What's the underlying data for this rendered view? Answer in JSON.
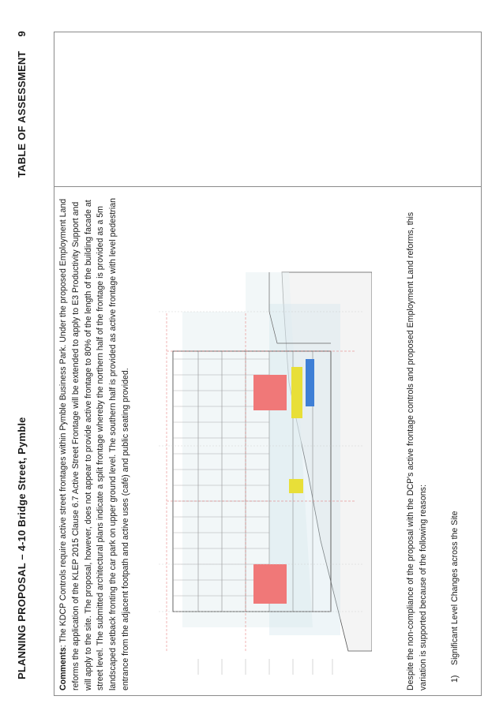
{
  "header": {
    "title": "PLANNING PROPOSAL – 4-10 Bridge Street, Pymble",
    "section": "TABLE OF ASSESSMENT",
    "page_number": "9"
  },
  "comments": {
    "label": "Comments",
    "text": ": The KDCP Controls require active street frontages within Pymble Business Park. Under the proposed Employment Land reforms the application of the KLEP 2015 Clause 6.7 Active Street Frontage will be extended to apply to E3 Productivity Support and will apply to the site. The proposal, however, does not appear to provide active frontage to 80% of the length of the building facade at street level. The submitted architectural plans indicate a split frontage whereby the northern half of the frontage is provided as a 5m landscaped setback fronting the car park on upper ground level. The southern half is provided as active frontage with level pedestrian entrance from the adjacent footpath and active uses (café) and public seating provided."
  },
  "variation": {
    "text": "Despite the non-compliance of the proposal with the DCP's active frontage controls and proposed Employment Land reforms, this variation is supported because of the following reasons:"
  },
  "reasons": [
    {
      "number": "1)",
      "text": "Significant Level Changes across the Site"
    }
  ],
  "colors": {
    "red_fill": "#f07878",
    "yellow_fill": "#e8df38",
    "blue_fill": "#3f7fd6",
    "glass_tint": "#cfe3ea",
    "frame": "#8a8a8a"
  }
}
